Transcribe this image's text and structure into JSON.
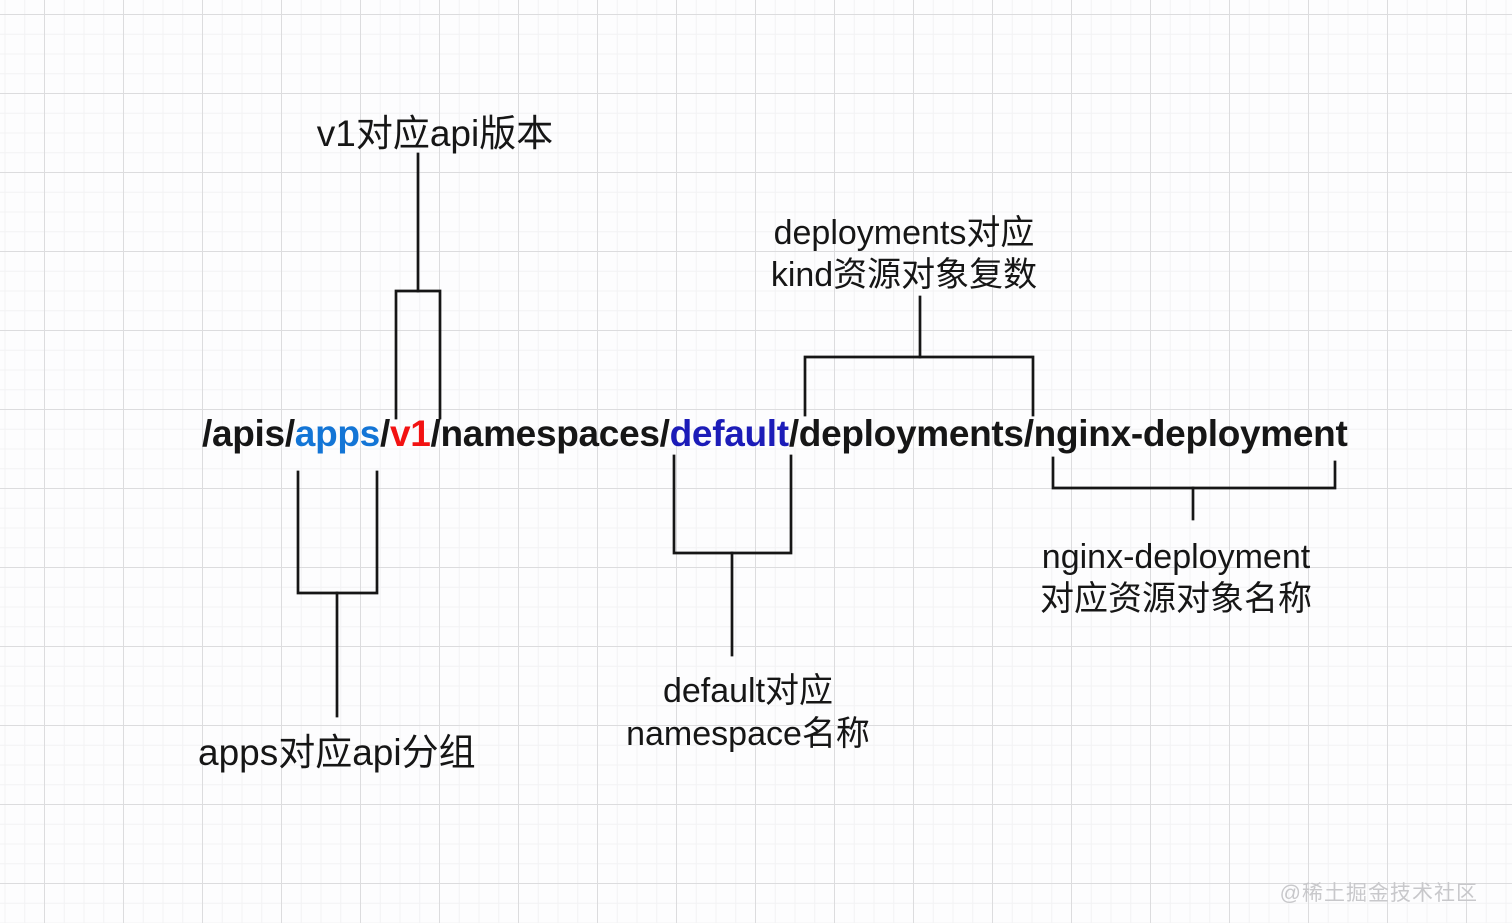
{
  "api_path": {
    "full_text": "/apis/apps/v1/namespaces/default/deployments/nginx-deployment",
    "segments": [
      {
        "text": "/apis/",
        "color": "#161616"
      },
      {
        "text": "apps",
        "color": "#1375d6"
      },
      {
        "text": "/",
        "color": "#161616"
      },
      {
        "text": "v1",
        "color": "#f21212"
      },
      {
        "text": "/namespaces/",
        "color": "#161616"
      },
      {
        "text": "default",
        "color": "#1c1cb8"
      },
      {
        "text": "/deployments/nginx-deployment",
        "color": "#161616"
      }
    ]
  },
  "annotations": {
    "api_version": {
      "text": "v1对应api版本"
    },
    "kind_plural": {
      "line1": "deployments对应",
      "line2": "kind资源对象复数"
    },
    "api_group": {
      "text": "apps对应api分组"
    },
    "namespace": {
      "line1": "default对应",
      "line2": "namespace名称"
    },
    "resource_name": {
      "line1": "nginx-deployment",
      "line2": "对应资源对象名称"
    }
  },
  "watermark": {
    "text": "@稀土掘金技术社区",
    "color": "#c8c8cb"
  },
  "connector_color": "#161616"
}
